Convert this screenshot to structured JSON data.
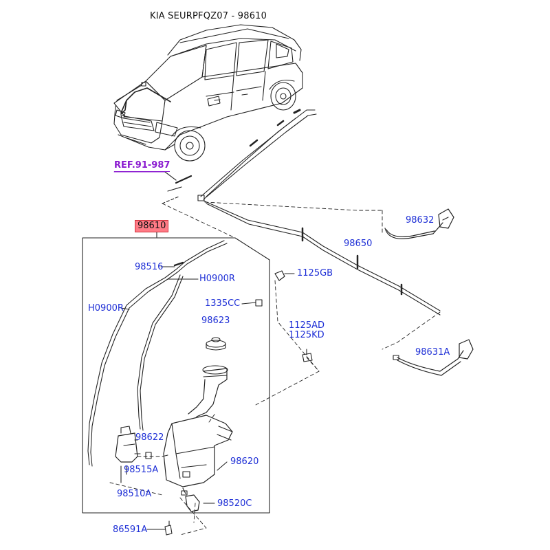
{
  "header": {
    "title": "KIA SEURPFQZ07 - 98610"
  },
  "reference": {
    "text": "REF.91-987"
  },
  "assembly": {
    "part_no": "98610"
  },
  "parts": [
    {
      "id": "98516",
      "text": "98516"
    },
    {
      "id": "H0900R_right",
      "text": "H0900R"
    },
    {
      "id": "H0900R_left",
      "text": "H0900R"
    },
    {
      "id": "1125GB",
      "text": "1125GB"
    },
    {
      "id": "1335CC",
      "text": "1335CC"
    },
    {
      "id": "98623",
      "text": "98623"
    },
    {
      "id": "98632",
      "text": "98632"
    },
    {
      "id": "98650",
      "text": "98650"
    },
    {
      "id": "1125AD",
      "text": "1125AD"
    },
    {
      "id": "1125KD",
      "text": "1125KD"
    },
    {
      "id": "98631A",
      "text": "98631A"
    },
    {
      "id": "98622",
      "text": "98622"
    },
    {
      "id": "98620",
      "text": "98620"
    },
    {
      "id": "98515A",
      "text": "98515A"
    },
    {
      "id": "98510A",
      "text": "98510A"
    },
    {
      "id": "98520C",
      "text": "98520C"
    },
    {
      "id": "86591A",
      "text": "86591A"
    }
  ],
  "colors": {
    "label": "#1e2fd6",
    "reference": "#8a1ad0",
    "highlight": "#ff7b86",
    "line": "#222222"
  }
}
